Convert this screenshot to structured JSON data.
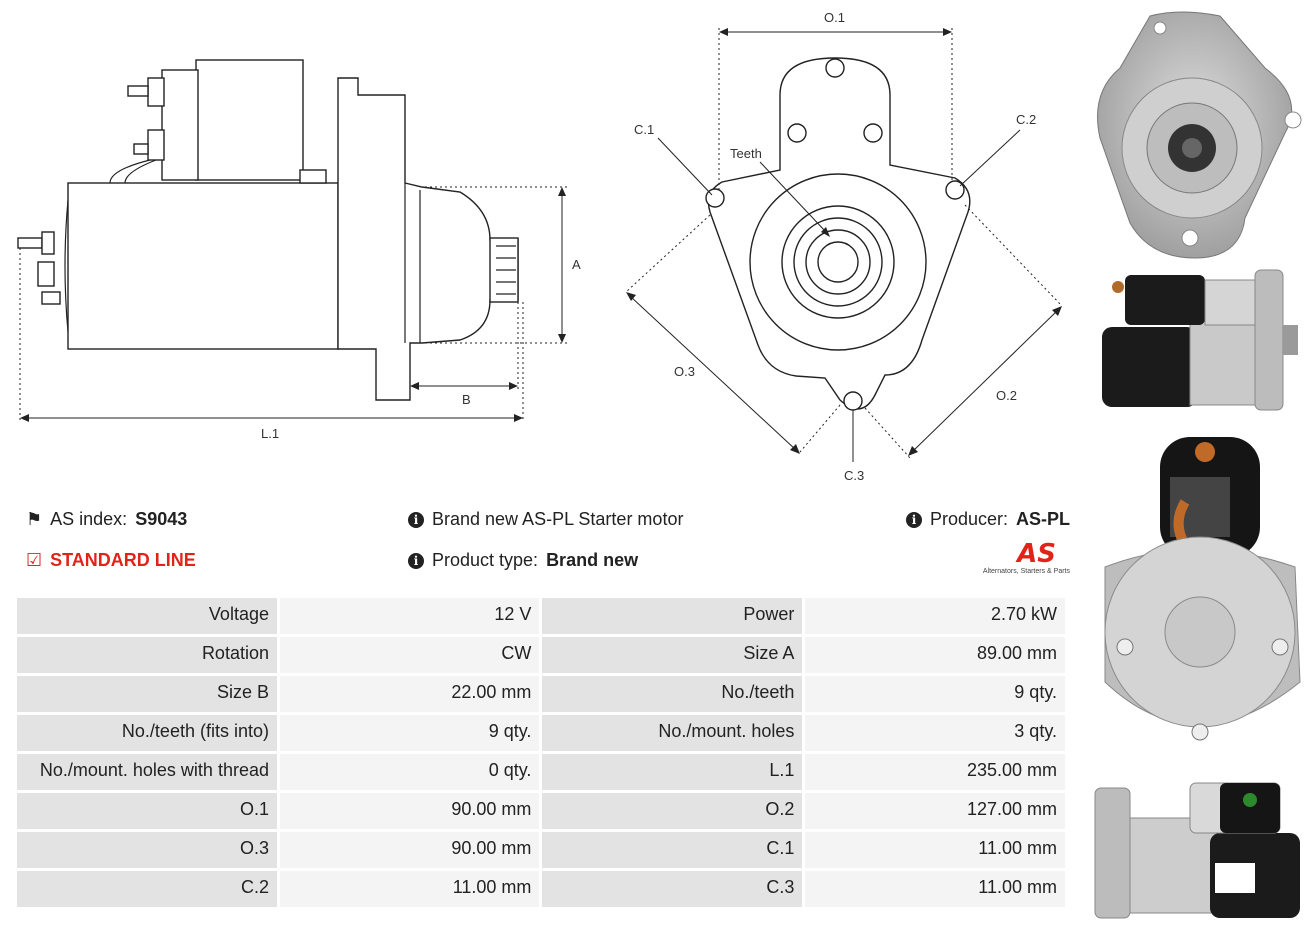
{
  "drawing_labels": {
    "o1": "O.1",
    "o2": "O.2",
    "o3": "O.3",
    "c1": "C.1",
    "c2": "C.2",
    "c3": "C.3",
    "teeth": "Teeth",
    "a": "A",
    "b": "B",
    "l1": "L.1"
  },
  "info": {
    "as_index_label": "AS index:",
    "as_index_value": "S9043",
    "line": "STANDARD LINE",
    "desc": "Brand new AS-PL Starter motor",
    "type_label": "Product type:",
    "type_value": "Brand new",
    "producer_label": "Producer:",
    "producer_value": "AS-PL",
    "logo_text": "AS",
    "logo_tag": "Alternators, Starters & Parts"
  },
  "specs": [
    [
      "Voltage",
      "12 V",
      "Power",
      "2.70 kW"
    ],
    [
      "Rotation",
      "CW",
      "Size A",
      "89.00 mm"
    ],
    [
      "Size B",
      "22.00 mm",
      "No./teeth",
      "9 qty."
    ],
    [
      "No./teeth (fits into)",
      "9 qty.",
      "No./mount. holes",
      "3 qty."
    ],
    [
      "No./mount. holes with thread",
      "0 qty.",
      "L.1",
      "235.00 mm"
    ],
    [
      "O.1",
      "90.00 mm",
      "O.2",
      "127.00 mm"
    ],
    [
      "O.3",
      "90.00 mm",
      "C.1",
      "11.00 mm"
    ],
    [
      "C.2",
      "11.00 mm",
      "C.3",
      "11.00 mm"
    ]
  ],
  "colors": {
    "accent": "#e2231a",
    "key_bg": "#e3e3e3",
    "val_bg": "#f4f4f4"
  }
}
